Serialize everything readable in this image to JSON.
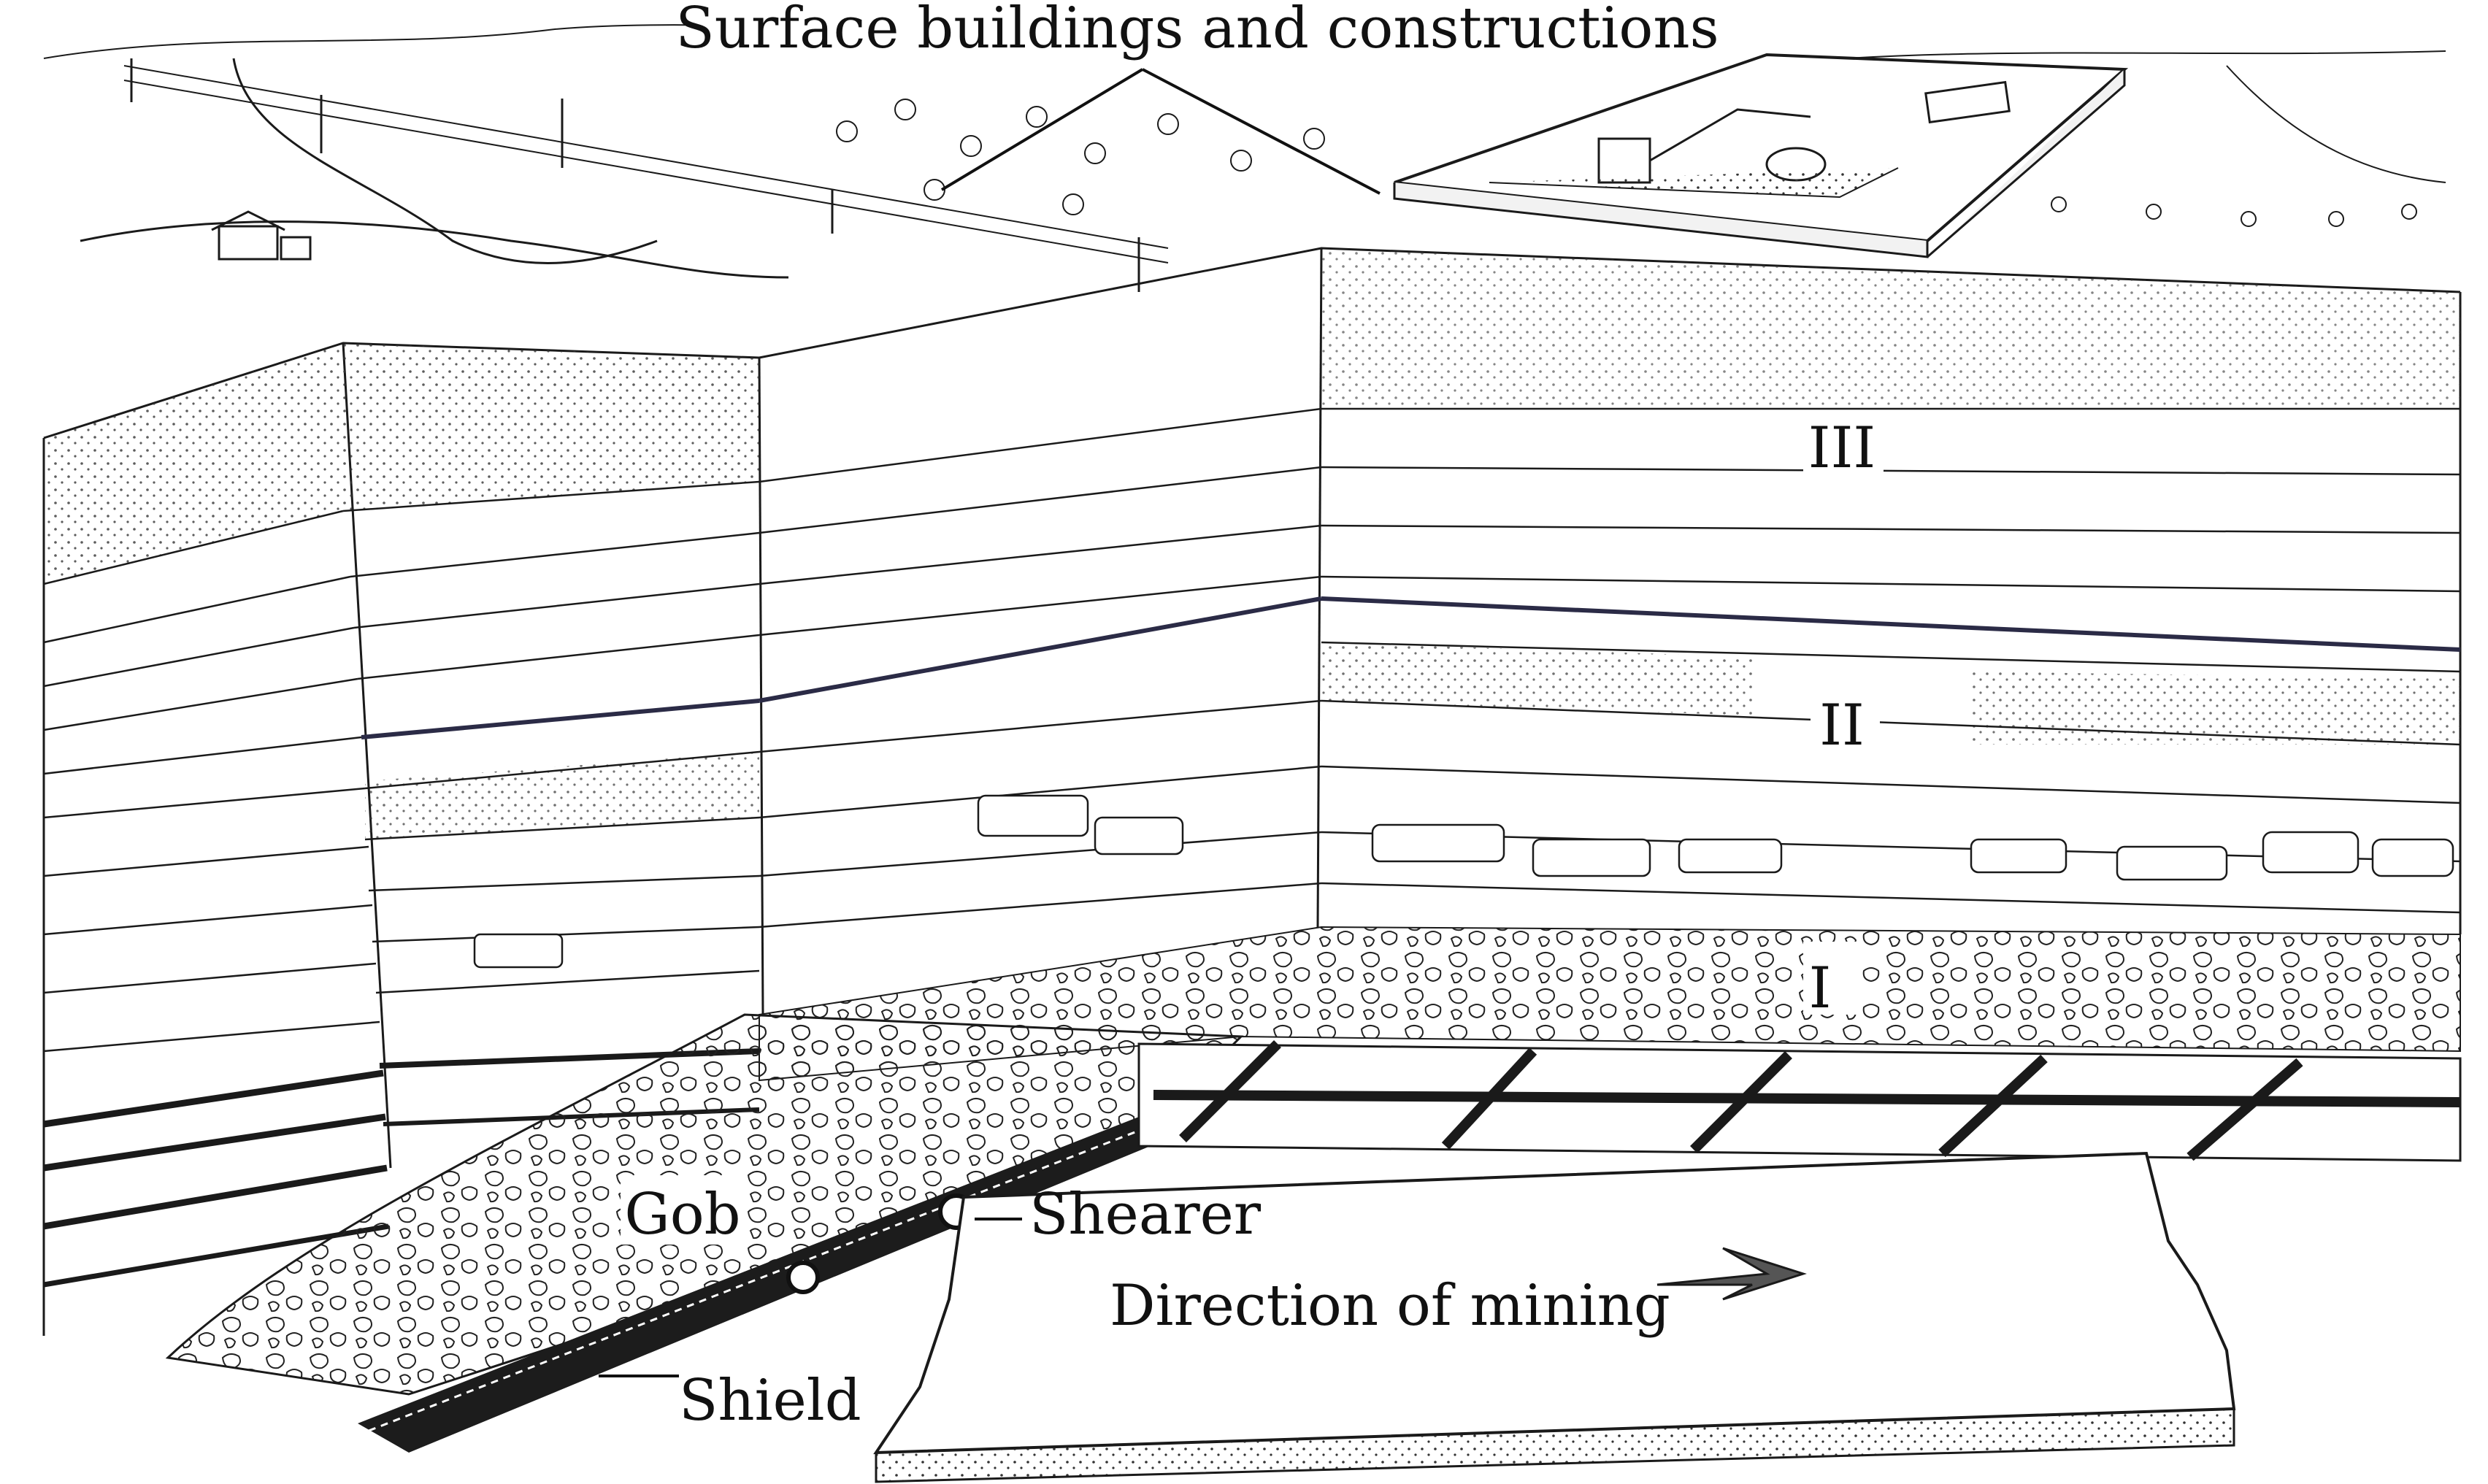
{
  "figure": {
    "title": "Surface buildings and constructions",
    "strata": [
      {
        "id": "stratum-iii",
        "label": "III"
      },
      {
        "id": "stratum-ii",
        "label": "II"
      },
      {
        "id": "stratum-i",
        "label": "I"
      }
    ],
    "labels": {
      "gob": "Gob",
      "shearer": "Shearer",
      "direction": "Direction of mining",
      "shield": "Shield"
    },
    "colors": {
      "line": "#1a1a1a",
      "coal_seam": "#2b2b46",
      "background": "#ffffff"
    }
  }
}
